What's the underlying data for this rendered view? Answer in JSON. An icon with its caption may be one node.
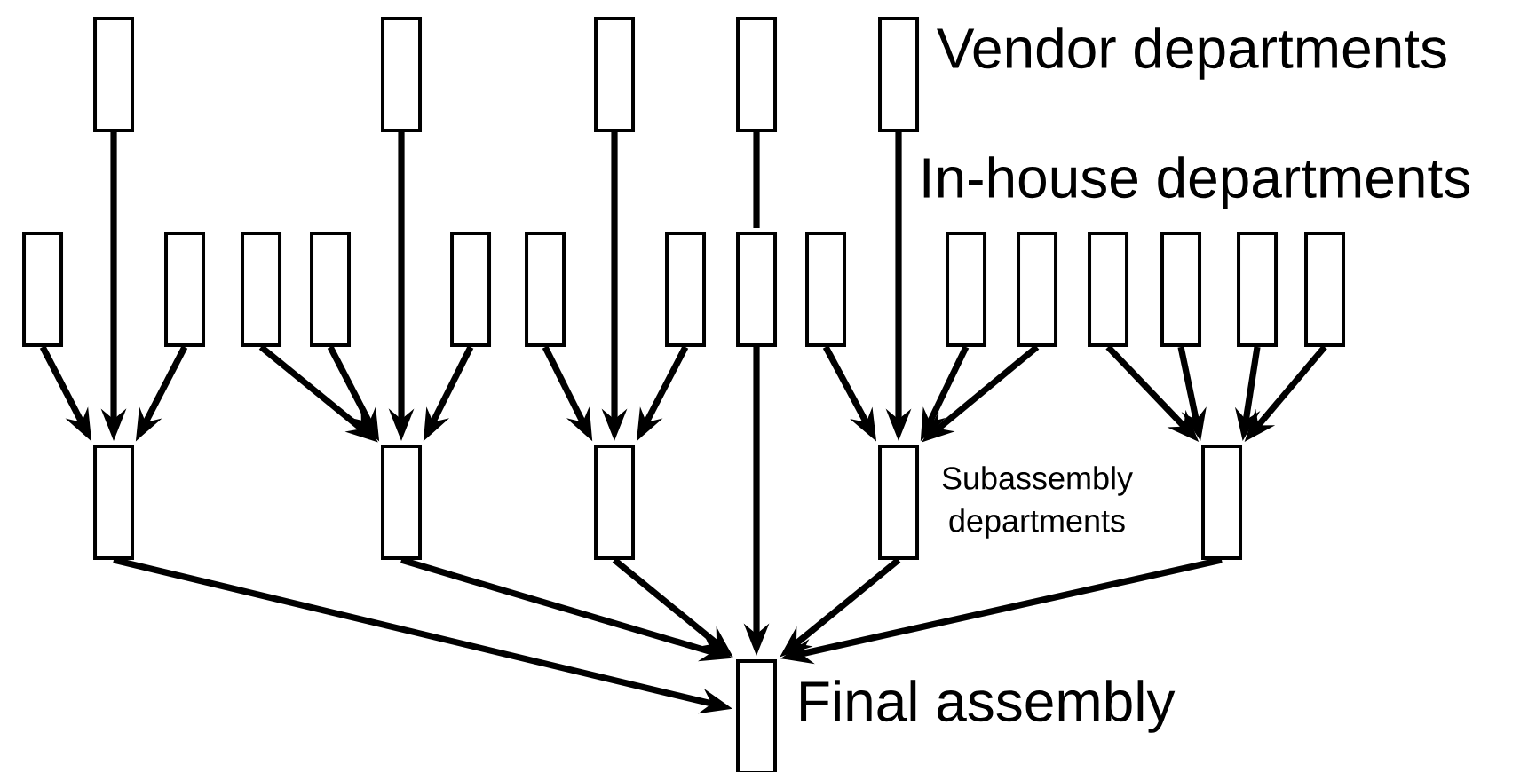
{
  "diagram": {
    "nodes": [
      {
        "text": [],
        "shape": "box"
      },
      {
        "text": [],
        "shape": "box"
      },
      {
        "text": [],
        "shape": "box"
      },
      {
        "text": [],
        "shape": "box"
      },
      {
        "text": [],
        "shape": "box"
      },
      {
        "text": [],
        "shape": "box"
      },
      {
        "text": [],
        "shape": "box"
      },
      {
        "text": [],
        "shape": "box"
      },
      {
        "text": [],
        "shape": "box"
      },
      {
        "text": [],
        "shape": "box"
      },
      {
        "text": [],
        "shape": "box"
      },
      {
        "text": [],
        "shape": "box"
      },
      {
        "text": [],
        "shape": "box"
      },
      {
        "text": [],
        "shape": "box"
      },
      {
        "text": [],
        "shape": "box"
      },
      {
        "text": [],
        "shape": "box"
      },
      {
        "text": [],
        "shape": "box"
      },
      {
        "text": [],
        "shape": "box"
      },
      {
        "text": [],
        "shape": "box"
      },
      {
        "text": [],
        "shape": "box"
      },
      {
        "text": [],
        "shape": "box"
      },
      {
        "text": [],
        "shape": "box"
      },
      {
        "text": [],
        "shape": "box"
      },
      {
        "text": [],
        "shape": "box"
      },
      {
        "text": [],
        "shape": "box"
      },
      {
        "text": [],
        "shape": "box",
        "beside": [
          "Final assembly"
        ]
      }
    ],
    "edges": [
      {
        "from": 0,
        "to": 20,
        "arrow": "to"
      },
      {
        "from": 1,
        "to": 21,
        "arrow": "to"
      },
      {
        "from": 2,
        "to": 22,
        "arrow": "to"
      },
      {
        "from": 3,
        "to": 12,
        "arrow": "none"
      },
      {
        "from": 4,
        "to": 23,
        "arrow": "to"
      },
      {
        "from": 5,
        "to": 20,
        "arrow": "to"
      },
      {
        "from": 6,
        "to": 20,
        "arrow": "to"
      },
      {
        "from": 7,
        "to": 21,
        "arrow": "to"
      },
      {
        "from": 8,
        "to": 21,
        "arrow": "to"
      },
      {
        "from": 9,
        "to": 21,
        "arrow": "to"
      },
      {
        "from": 10,
        "to": 22,
        "arrow": "to"
      },
      {
        "from": 11,
        "to": 22,
        "arrow": "to"
      },
      {
        "from": 12,
        "to": 25,
        "arrow": "to"
      },
      {
        "from": 13,
        "to": 23,
        "arrow": "to"
      },
      {
        "from": 14,
        "to": 23,
        "arrow": "to"
      },
      {
        "from": 15,
        "to": 23,
        "arrow": "to"
      },
      {
        "from": 16,
        "to": 24,
        "arrow": "to"
      },
      {
        "from": 17,
        "to": 24,
        "arrow": "to"
      },
      {
        "from": 18,
        "to": 24,
        "arrow": "to"
      },
      {
        "from": 19,
        "to": 24,
        "arrow": "to"
      },
      {
        "from": 20,
        "to": 25,
        "arrow": "to"
      },
      {
        "from": 21,
        "to": 25,
        "arrow": "to"
      },
      {
        "from": 22,
        "to": 25,
        "arrow": "to"
      },
      {
        "from": 23,
        "to": 25,
        "arrow": "to"
      },
      {
        "from": 24,
        "to": 25,
        "arrow": "to"
      }
    ],
    "labels": [
      "Vendor departments",
      "In-house departments",
      "Subassembly departments"
    ]
  }
}
